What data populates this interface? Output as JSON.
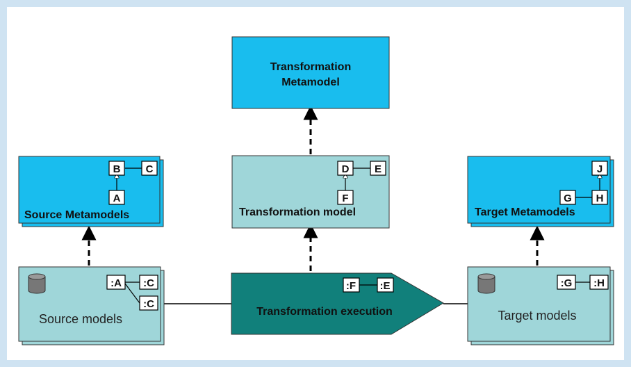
{
  "colors": {
    "metamodel": "#19bdee",
    "model": "#9fd6d9",
    "execution": "#11807b",
    "border": "#cfe3f2"
  },
  "nodes": {
    "transformation_metamodel": {
      "line1": "Transformation",
      "line2": "Metamodel"
    },
    "source_metamodels": {
      "label": "Source Metamodels",
      "classes": [
        "B",
        "C",
        "A"
      ]
    },
    "transformation_model": {
      "label": "Transformation model",
      "classes": [
        "D",
        "E",
        "F"
      ]
    },
    "target_metamodels": {
      "label": "Target Metamodels",
      "classes": [
        "J",
        "G",
        "H"
      ]
    },
    "source_models": {
      "label": "Source models",
      "instances": [
        ":A",
        ":C",
        ":C"
      ],
      "icon": "database-icon"
    },
    "transformation_execution": {
      "label": "Transformation execution",
      "instances": [
        ":F",
        ":E"
      ]
    },
    "target_models": {
      "label": "Target models",
      "instances": [
        ":G",
        ":H"
      ],
      "icon": "database-icon"
    }
  }
}
